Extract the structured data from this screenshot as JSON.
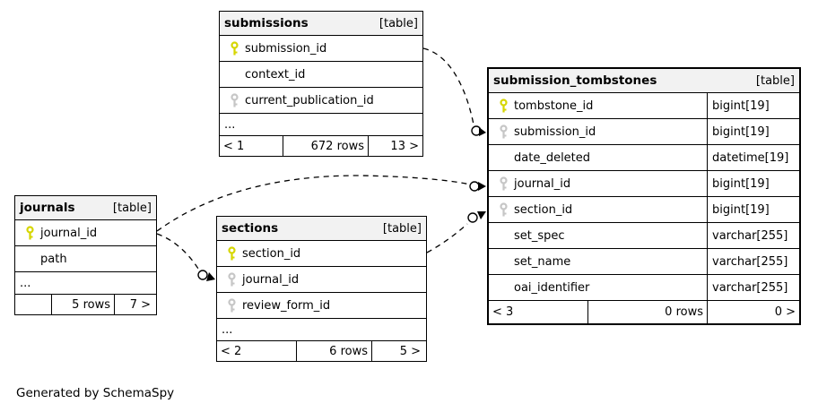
{
  "diagram": {
    "generated_note": "Generated by SchemaSpy",
    "colors": {
      "primary_key": "#d6d600",
      "foreign_key": "#c6c6c6",
      "header_bg": "#f2f2f2",
      "border": "#000000"
    },
    "icons": {
      "primary_key": "key-icon",
      "foreign_key": "key-icon"
    }
  },
  "tables": {
    "submissions": {
      "title": "submissions",
      "type_tag": "[table]",
      "columns": [
        {
          "name": "submission_id",
          "key": "primary"
        },
        {
          "name": "context_id",
          "key": "none"
        },
        {
          "name": "current_publication_id",
          "key": "foreign"
        },
        {
          "name": "..."
        }
      ],
      "footer": {
        "parents": "< 1",
        "rows": "672 rows",
        "children": "13 >"
      }
    },
    "submission_tombstones": {
      "title": "submission_tombstones",
      "type_tag": "[table]",
      "columns": [
        {
          "name": "tombstone_id",
          "type": "bigint[19]",
          "key": "primary"
        },
        {
          "name": "submission_id",
          "type": "bigint[19]",
          "key": "foreign"
        },
        {
          "name": "date_deleted",
          "type": "datetime[19]",
          "key": "none"
        },
        {
          "name": "journal_id",
          "type": "bigint[19]",
          "key": "foreign"
        },
        {
          "name": "section_id",
          "type": "bigint[19]",
          "key": "foreign"
        },
        {
          "name": "set_spec",
          "type": "varchar[255]",
          "key": "none"
        },
        {
          "name": "set_name",
          "type": "varchar[255]",
          "key": "none"
        },
        {
          "name": "oai_identifier",
          "type": "varchar[255]",
          "key": "none"
        }
      ],
      "footer": {
        "parents": "< 3",
        "rows": "0 rows",
        "children": "0 >"
      }
    },
    "journals": {
      "title": "journals",
      "type_tag": "[table]",
      "columns": [
        {
          "name": "journal_id",
          "key": "primary"
        },
        {
          "name": "path",
          "key": "none"
        },
        {
          "name": "..."
        }
      ],
      "footer": {
        "parents": "",
        "rows": "5 rows",
        "children": "7 >"
      }
    },
    "sections": {
      "title": "sections",
      "type_tag": "[table]",
      "columns": [
        {
          "name": "section_id",
          "key": "primary"
        },
        {
          "name": "journal_id",
          "key": "foreign"
        },
        {
          "name": "review_form_id",
          "key": "foreign"
        },
        {
          "name": "..."
        }
      ],
      "footer": {
        "parents": "< 2",
        "rows": "6 rows",
        "children": "5 >"
      }
    }
  }
}
